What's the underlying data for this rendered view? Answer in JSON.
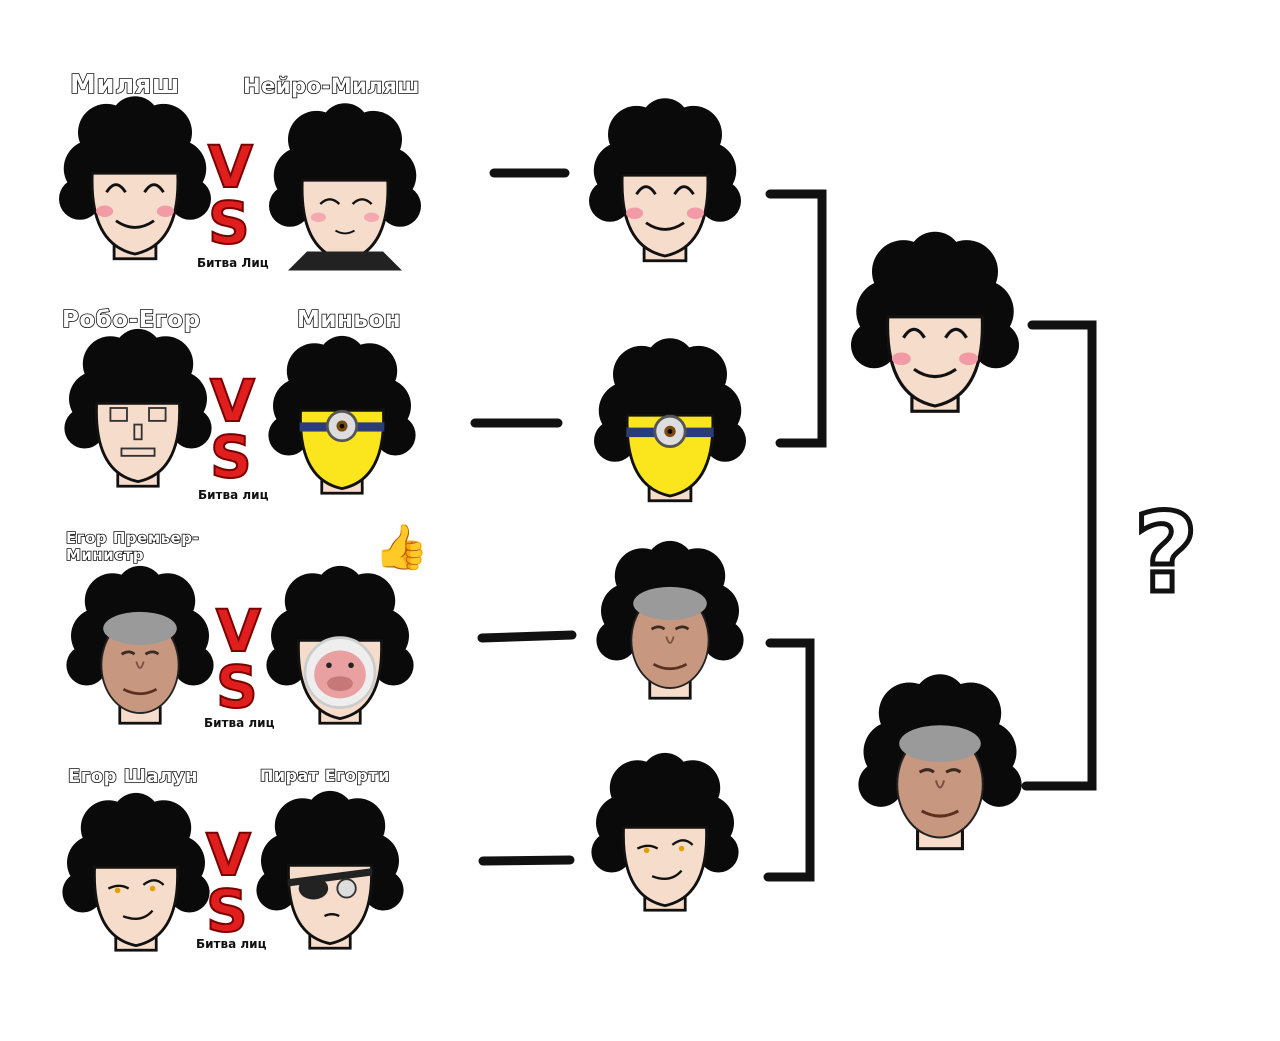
{
  "matches": [
    {
      "left_name": "Миляш",
      "right_name": "Нейро-Миляш",
      "vs_v": "V",
      "vs_s": "S",
      "caption": "Битва Лиц"
    },
    {
      "left_name": "Робо-Егор",
      "right_name": "Миньон",
      "vs_v": "V",
      "vs_s": "S",
      "caption": "Битва лиц"
    },
    {
      "left_name_line1": "Егор Премьер-",
      "left_name_line2": "Министр",
      "right_name": "",
      "vs_v": "V",
      "vs_s": "S",
      "caption": "Битва лиц"
    },
    {
      "left_name": "Егор Шалун",
      "right_name": "Пират Егорти",
      "vs_v": "V",
      "vs_s": "S",
      "caption": "Битва лиц"
    }
  ],
  "round2_winners": [
    "Миляш",
    "Миньон",
    "Егор Премьер-Министр",
    "Егор Шалун"
  ],
  "round3_winners": [
    "Миляш",
    "Егор Премьер-Министр"
  ],
  "final_symbol": "?",
  "thumb_emoji": "👍",
  "colors": {
    "vs_red": "#e01e1e",
    "hair": "#0a0a0a",
    "skin": "#f6dccb",
    "minion_yellow": "#fbe51c",
    "line": "#111111"
  }
}
